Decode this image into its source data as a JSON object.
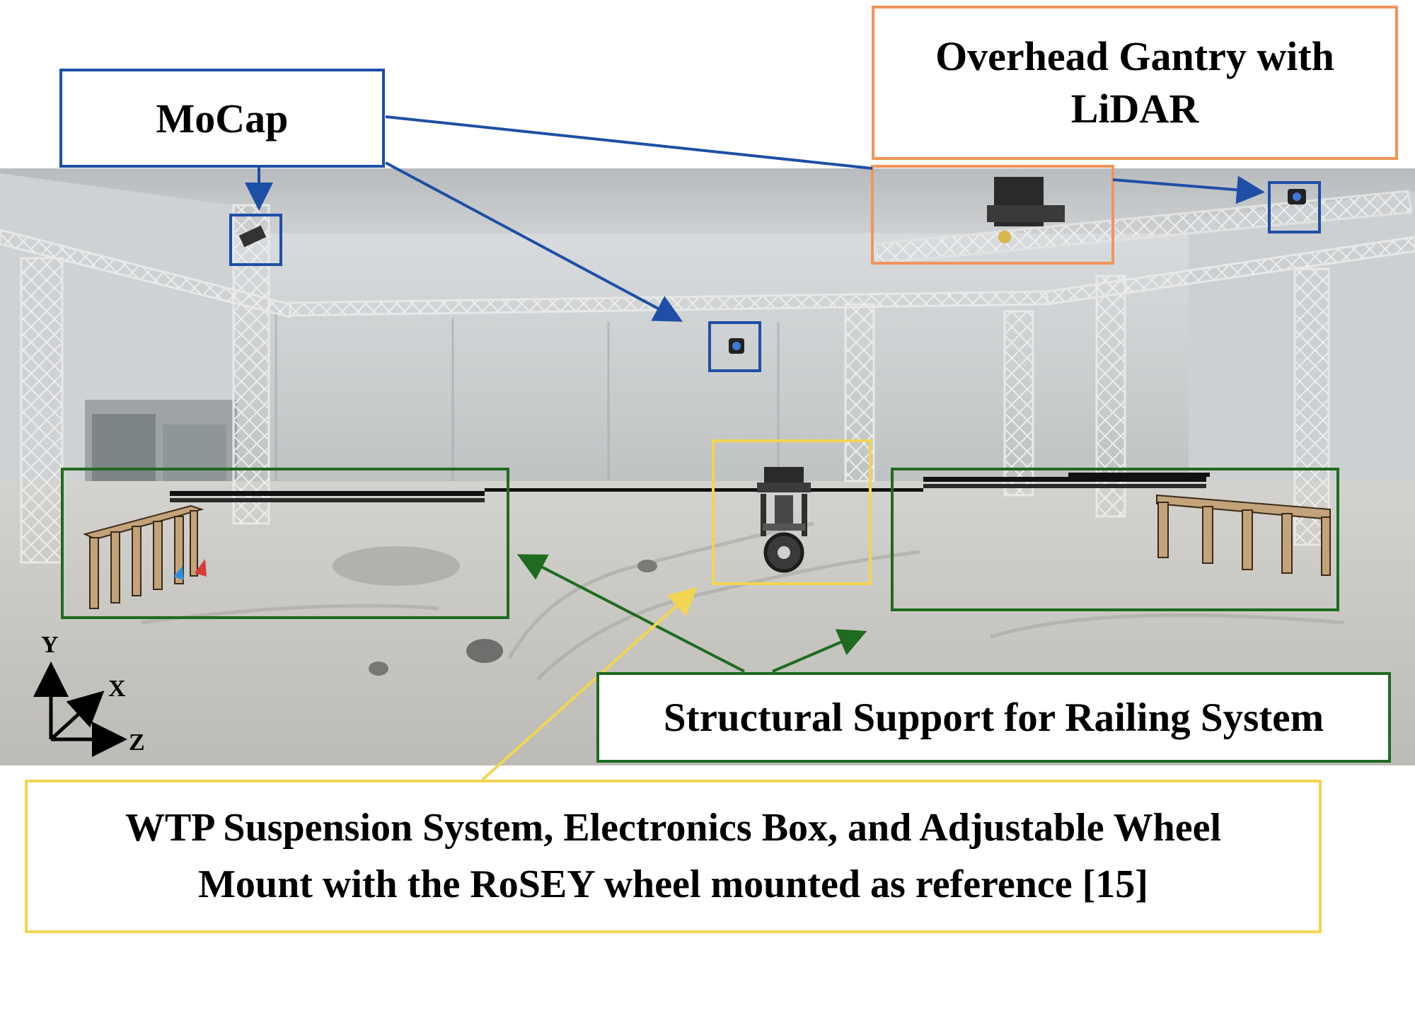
{
  "labels": {
    "mocap": "MoCap",
    "gantry_line1": "Overhead Gantry with",
    "gantry_line2": "LiDAR",
    "support": "Structural Support for Railing System",
    "wtp_line1": "WTP Suspension System, Electronics Box, and Adjustable Wheel",
    "wtp_line2": "Mount with the RoSEY wheel mounted as reference [15]"
  },
  "axes": {
    "y": "Y",
    "x": "X",
    "z": "Z"
  },
  "colors": {
    "mocap": "#1e4fa6",
    "gantry": "#f0955a",
    "support": "#1f6b1f",
    "wtp": "#f2d552"
  },
  "scene": "photo-like illustration of an indoor regolith test bed with truss frames, a gantry, a rail and a wheel test platform"
}
